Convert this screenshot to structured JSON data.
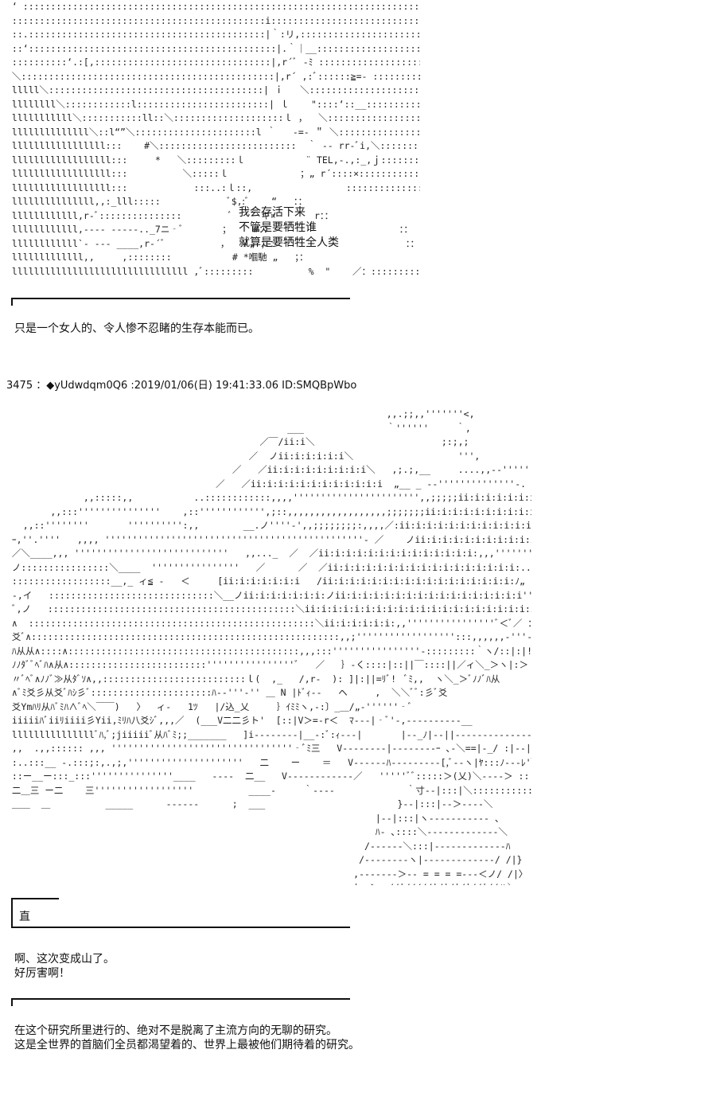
{
  "scene1": {
    "dialogue": [
      "我会存活下来",
      "不管是要牺牲谁",
      "就算是要牺牲全人类"
    ],
    "narration": "只是一个女人的、令人惨不忍睹的生存本能而已。"
  },
  "post": {
    "header": "3475 ：◆yUdwdqm0Q6 :2019/01/06(日) 19:41:33.06 ID:SMQBpWbo"
  },
  "scene2": {
    "speaker": "直",
    "line1": "啊、这次变成山了。",
    "line2": "好厉害啊！",
    "narration1": "在这个研究所里进行的、绝对不是脱离了主流方向的无聊的研究。",
    "narration2": "这是全世界的首脑们全员都渴望着的、世界上最被他们期待着的研究。"
  }
}
